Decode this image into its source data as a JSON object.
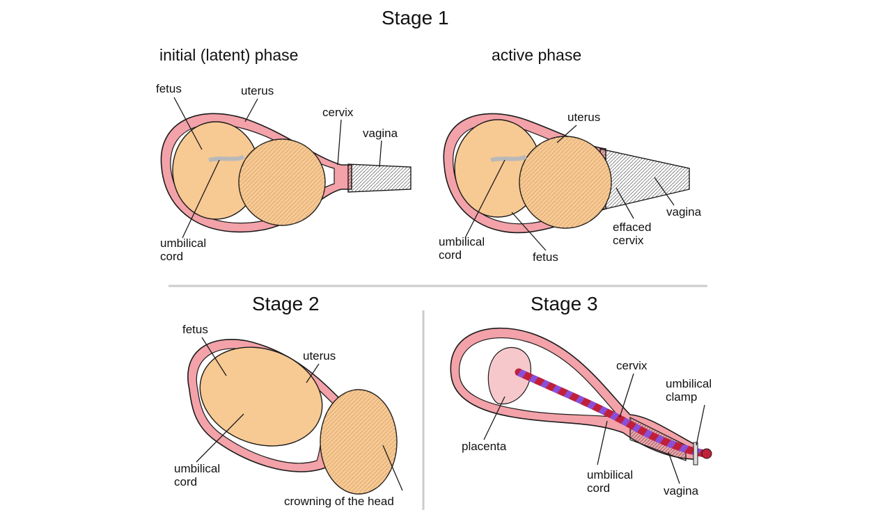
{
  "stage1": {
    "title": "Stage 1",
    "latent": {
      "title": "initial (latent) phase",
      "labels": {
        "fetus": "fetus",
        "uterus": "uterus",
        "cervix": "cervix",
        "vagina": "vagina",
        "umbilical_cord": "umbilical\ncord"
      }
    },
    "active": {
      "title": "active phase",
      "labels": {
        "uterus": "uterus",
        "vagina": "vagina",
        "effaced_cervix": "effaced\ncervix",
        "umbilical_cord": "umbilical\ncord",
        "fetus": "fetus"
      }
    }
  },
  "stage2": {
    "title": "Stage 2",
    "labels": {
      "fetus": "fetus",
      "uterus": "uterus",
      "umbilical_cord": "umbilical\ncord",
      "crowning": "crowning of the head"
    }
  },
  "stage3": {
    "title": "Stage 3",
    "labels": {
      "cervix": "cervix",
      "umbilical_clamp": "umbilical\nclamp",
      "placenta": "placenta",
      "umbilical_cord": "umbilical\ncord",
      "vagina": "vagina"
    }
  },
  "colors": {
    "uterus_wall": "#f2a2a8",
    "fetus_skin": "#f7c993",
    "outline": "#1a1a1a",
    "cord_red": "#c0203a",
    "cord_purple": "#8a4fd8",
    "placenta": "#f6c8cc",
    "divider": "#cccccc"
  }
}
